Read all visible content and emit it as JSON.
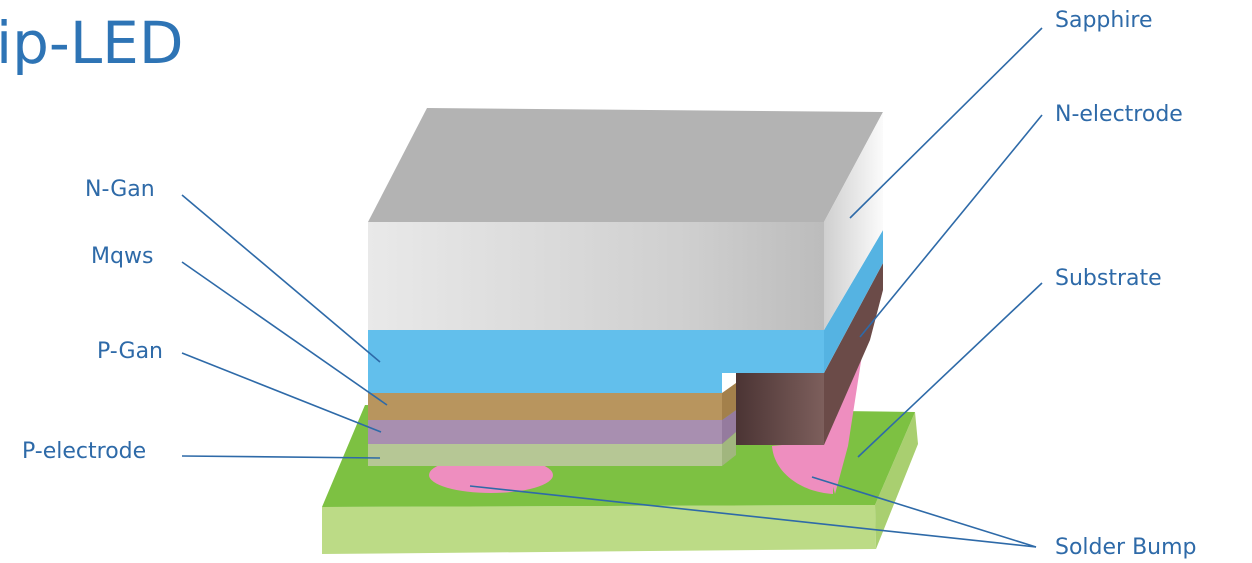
{
  "title": "ip-LED",
  "labels": {
    "n_gan": "N-Gan",
    "mqws": "Mqws",
    "p_gan": "P-Gan",
    "p_electrode": "P-electrode",
    "sapphire": "Sapphire",
    "n_electrode": "N-electrode",
    "substrate": "Substrate",
    "solder_bump": "Solder Bump"
  },
  "colors": {
    "sapphire": "#b8b8b8",
    "n_gan": "#62bfec",
    "mqws": "#b8955e",
    "p_gan": "#a88fb0",
    "p_electrode": "#b6c795",
    "n_electrode": "#5c3f3f",
    "substrate_top": "#7dc142",
    "substrate_side": "#bcdb86",
    "solder_bump": "#ee8ebf",
    "leader_line": "#2e6aa8"
  }
}
